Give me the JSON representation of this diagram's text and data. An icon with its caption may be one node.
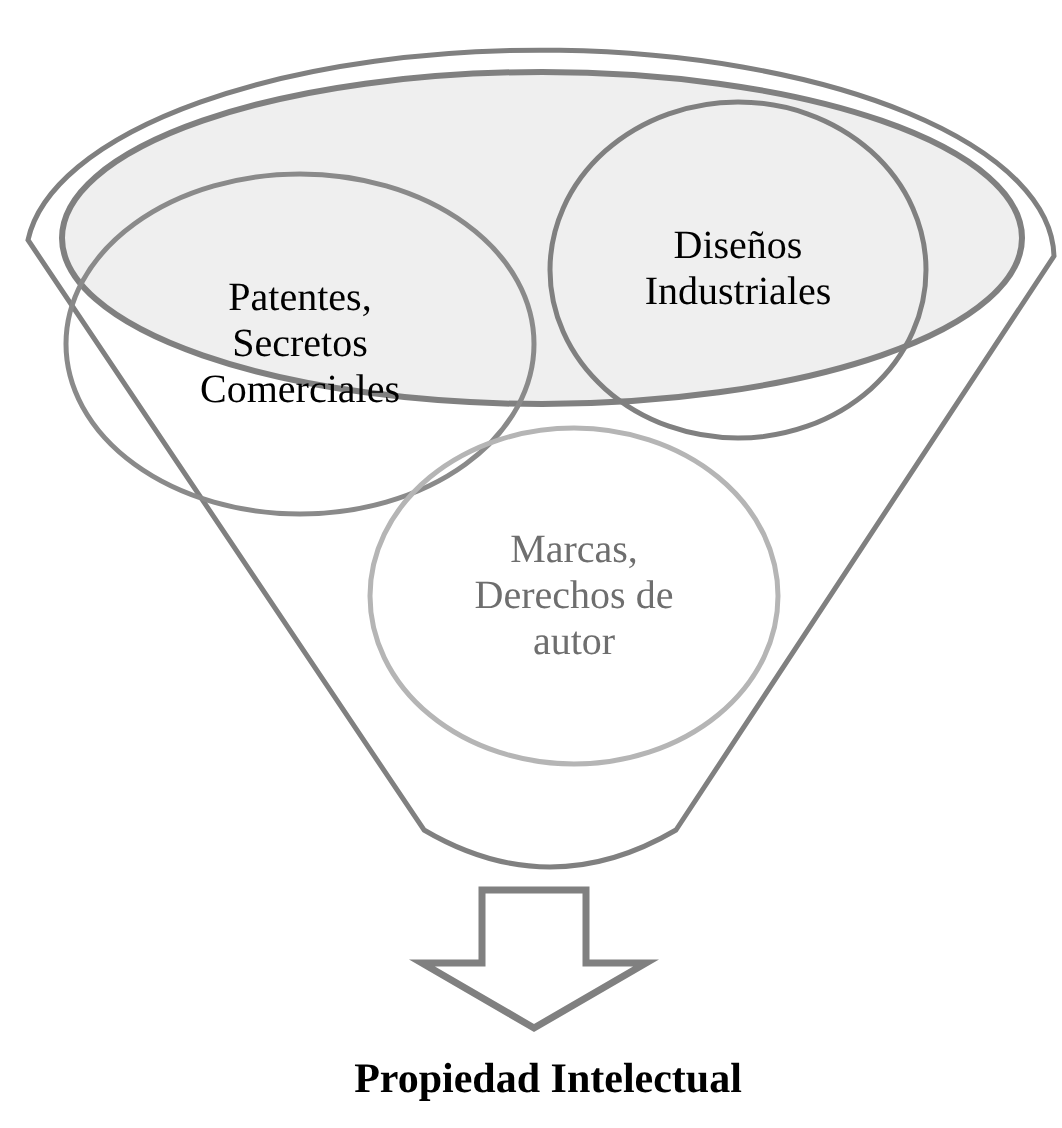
{
  "diagram": {
    "nodes": [
      {
        "text": [],
        "shape": "funnel"
      },
      {
        "text": [
          "Patentes, Secretos Comerciales"
        ],
        "in": 0
      },
      {
        "text": [
          "Diseños Industriales"
        ],
        "in": 0
      },
      {
        "text": [
          "Marcas, Derechos de autor"
        ],
        "in": 0
      },
      {
        "text": [
          "Propiedad Intelectual"
        ]
      }
    ],
    "edges": [
      {
        "from": 0,
        "to": 4,
        "arrow": "to",
        "style": "thick"
      }
    ]
  }
}
